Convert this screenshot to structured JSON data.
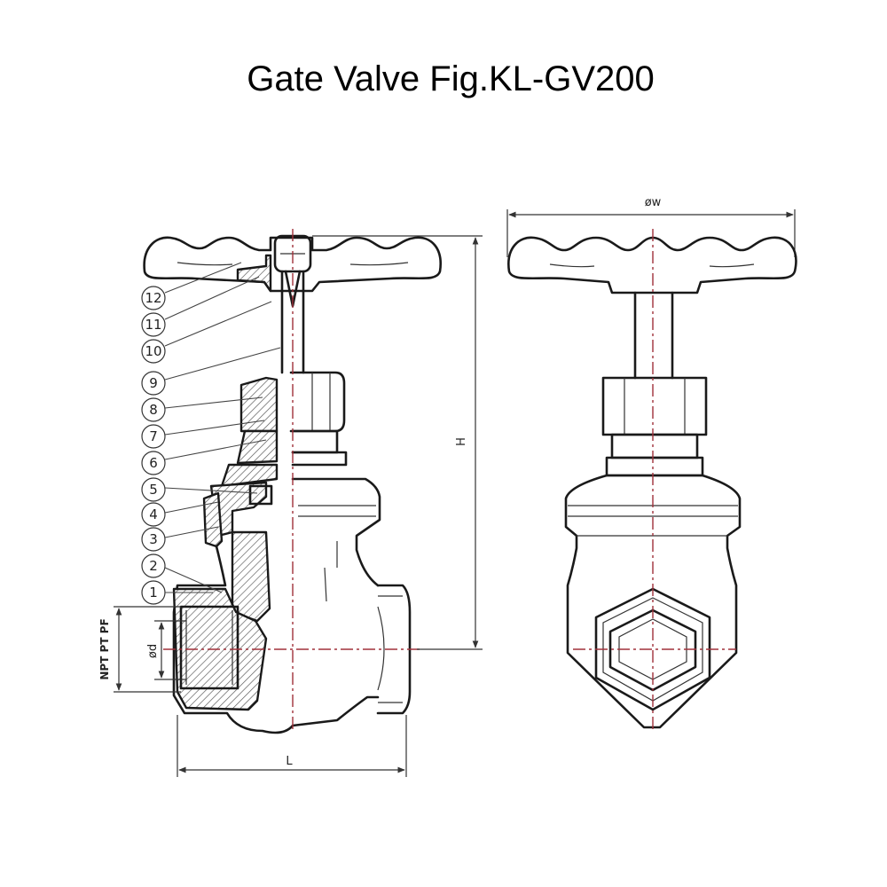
{
  "title": "Gate Valve Fig.KL-GV200",
  "dimensions": {
    "width_label": "øw",
    "height_label": "H",
    "length_label": "L",
    "bore_label": "ød",
    "thread_label": "NPT PT PF"
  },
  "callouts": [
    "12",
    "11",
    "10",
    "9",
    "8",
    "7",
    "6",
    "5",
    "4",
    "3",
    "2",
    "1"
  ]
}
